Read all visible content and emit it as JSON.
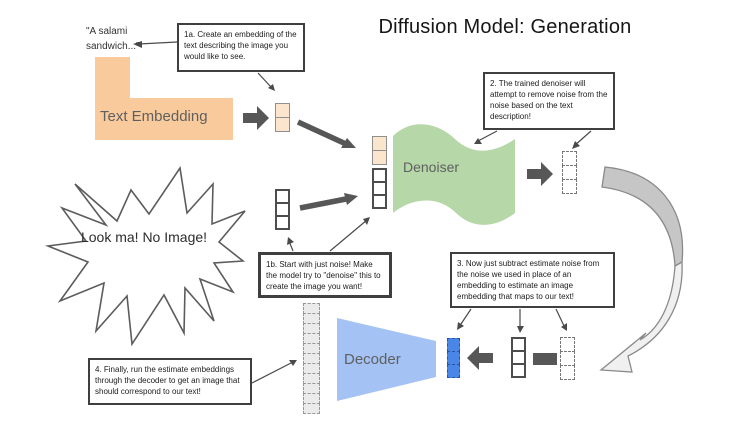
{
  "title": "Diffusion Model: Generation",
  "labels": {
    "salami": "\"A salami sandwich...\"",
    "text_embedding": "Text Embedding",
    "denoiser": "Denoiser",
    "decoder": "Decoder",
    "look_ma": "Look ma! No Image!"
  },
  "notes": {
    "step_1a": "1a. Create an embedding of the text describing the image you would like to see.",
    "step_1b": "1b. Start with just noise! Make the model try to \"denoise\" this to create the image you want!",
    "step_2": "2. The trained denoiser will attempt to remove noise from the noise based on the text description!",
    "step_3": "3. Now just subtract estimate noise from the noise we used in place of an embedding to estimate an image embedding that maps to our text!",
    "step_4": "4. Finally, run the estimate embeddings through the decoder to get an image that should correspond to our text!"
  },
  "colors": {
    "tan": "#f9cb9c",
    "tan-light": "#fce5cd",
    "green": "#b6d7a8",
    "blue-light": "#a4c2f4",
    "blue": "#4a86e8",
    "gray-dark": "#575757"
  }
}
